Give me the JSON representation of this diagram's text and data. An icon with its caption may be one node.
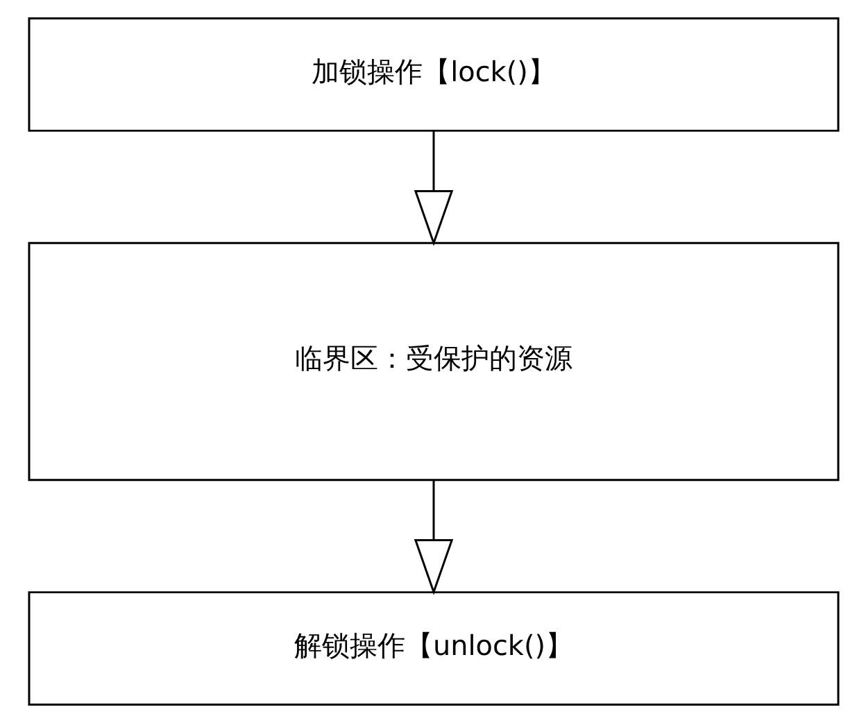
{
  "diagram": {
    "nodes": [
      {
        "text": [
          "加锁操作【lock()】"
        ]
      },
      {
        "text": [
          "临界区：受保护的资源"
        ]
      },
      {
        "text": [
          "解锁操作【unlock()】"
        ]
      }
    ],
    "edges": [
      {
        "from": 0,
        "to": 1,
        "arrow": "to"
      },
      {
        "from": 1,
        "to": 2,
        "arrow": "to"
      }
    ]
  }
}
